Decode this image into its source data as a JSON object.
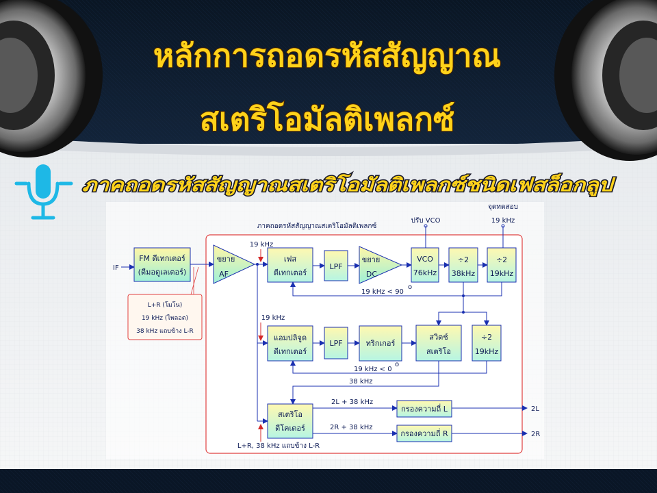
{
  "slide": {
    "title_line1": "หลักการถอดรหัสสัญญาณ",
    "title_line2": "สเตริโอมัลติเพลกซ์",
    "subtitle": "ภาคถอดรหัสสัญญาณสเตริโอมัลติเพลกซ์ชนิดเฟสล็อกลูป",
    "icon": "microphone-icon"
  },
  "diagram": {
    "section_label": "ภาคถอดรหัสสัญญาณสเตริโอมัลติเพลกซ์",
    "top_vco_label": "ปรับ VCO",
    "test_point_line1": "จุดทดสอบ",
    "test_point_line2": "19 kHz",
    "input_label": "IF",
    "fm_detector_line1": "FM ดีเทกเตอร์",
    "fm_detector_line2": "(ดีมอดูเลเตอร์)",
    "note_line1": "L+R (โมโน)",
    "note_line2": "19 kHz (ไพลอต)",
    "note_line3": "38 kHz แถบข้าง L-R",
    "af_amp_line1": "ขยาย",
    "af_amp_line2": "AF",
    "pilot_label_1": "19 kHz",
    "phase_det_line1": "เฟส",
    "phase_det_line2": "ดีเทกเตอร์",
    "lpf_label": "LPF",
    "dc_amp_line1": "ขยาย",
    "dc_amp_line2": "DC",
    "vco_line1": "VCO",
    "vco_line2": "76kHz",
    "div_symbol": "÷2",
    "div1_freq": "38kHz",
    "div2_freq": "19kHz",
    "phase_feedback": "19 kHz < 90",
    "degree": "o",
    "pilot_label_2": "19 kHz",
    "amp_det_line1": "แอมปลิจูด",
    "amp_det_line2": "ดีเทกเตอร์",
    "trigger_label": "ทริกเกอร์",
    "switch_line1": "สวิตช์",
    "switch_line2": "สเตริโอ",
    "div3_freq": "19kHz",
    "amp_feedback": "19 kHz < 0",
    "carrier_38": "38 kHz",
    "decoder_line1": "สเตริโอ",
    "decoder_line2": "ดีโคเดอร์",
    "out_l_mix": "2L + 38 kHz",
    "out_r_mix": "2R + 38 kHz",
    "filter_l": "กรองความถี่ L",
    "filter_r": "กรองความถี่ R",
    "out_l": "2L",
    "out_r": "2R",
    "bottom_label": "L+R, 38 kHz แถบข้าง L-R"
  },
  "colors": {
    "title_fill": "#ffd21a",
    "title_stroke": "#5a2a00",
    "subtitle_fill": "#ffd21a",
    "block_border": "#1a2fb0",
    "frame_red": "#e04040",
    "icon_color": "#1eb8e6"
  }
}
